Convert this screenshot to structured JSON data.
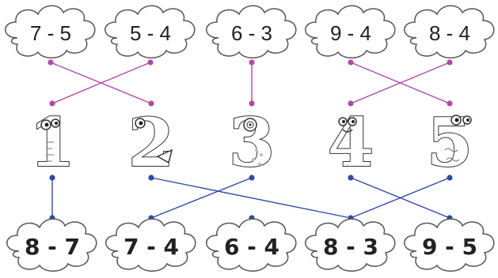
{
  "top_clouds": [
    {
      "expr": "7 - 5"
    },
    {
      "expr": "5 - 4"
    },
    {
      "expr": "6 - 3"
    },
    {
      "expr": "9 - 4"
    },
    {
      "expr": "8 - 4"
    }
  ],
  "numbers": [
    {
      "label": "1"
    },
    {
      "label": "2"
    },
    {
      "label": "3"
    },
    {
      "label": "4"
    },
    {
      "label": "5"
    }
  ],
  "bottom_clouds": [
    {
      "expr": "8 - 7"
    },
    {
      "expr": "7 - 4"
    },
    {
      "expr": "6 - 4"
    },
    {
      "expr": "8 - 3"
    },
    {
      "expr": "9 - 5"
    }
  ],
  "top_links": [
    {
      "from": 0,
      "to": 1
    },
    {
      "from": 1,
      "to": 0
    },
    {
      "from": 2,
      "to": 2
    },
    {
      "from": 3,
      "to": 4
    },
    {
      "from": 4,
      "to": 3
    }
  ],
  "bottom_links": [
    {
      "from": 0,
      "to": 0
    },
    {
      "from": 1,
      "to": 3
    },
    {
      "from": 2,
      "to": 1
    },
    {
      "from": 3,
      "to": 4
    },
    {
      "from": 4,
      "to": 3
    }
  ],
  "colors": {
    "top_line": "#b04aa6",
    "bottom_line": "#2f4aa6",
    "cloud_stroke": "#555555"
  }
}
